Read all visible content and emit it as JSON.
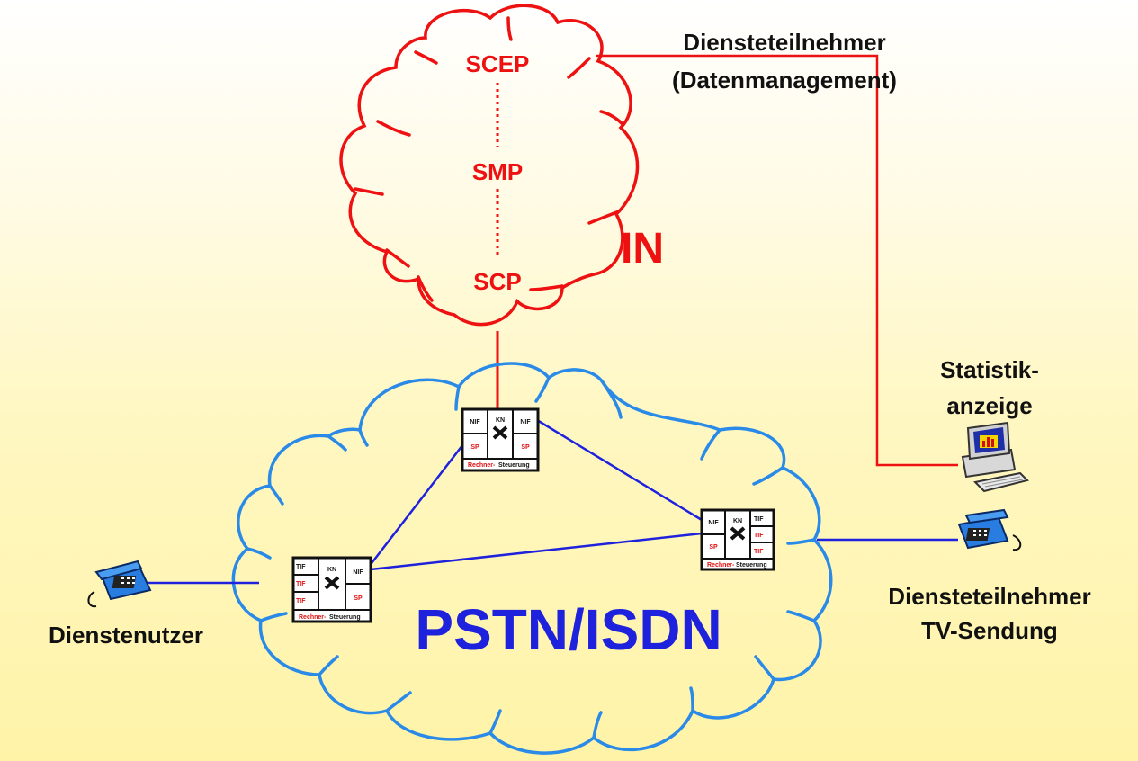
{
  "in_network": {
    "label": "IN",
    "nodes": {
      "scep": "SCEP",
      "smp": "SMP",
      "scp": "SCP"
    },
    "color": "#ee1111"
  },
  "pstn_network": {
    "label": "PSTN/ISDN",
    "color": "#1e22dd",
    "cloud_color": "#2a8ae8"
  },
  "labels": {
    "subscriber_data_line1": "Diensteteilnehmer",
    "subscriber_data_line2": "(Datenmanagement)",
    "statistics_line1": "Statistik-",
    "statistics_line2": "anzeige",
    "subscriber_tv_line1": "Diensteteilnehmer",
    "subscriber_tv_line2": "TV-Sendung",
    "service_user": "Dienstenutzer"
  },
  "switch": {
    "nif": "NIF",
    "kn": "KN",
    "sp": "SP",
    "tif": "TIF",
    "footer_a": "Rechner-",
    "footer_b": "Steuerung"
  },
  "icons": [
    "phone-icon",
    "computer-icon"
  ]
}
